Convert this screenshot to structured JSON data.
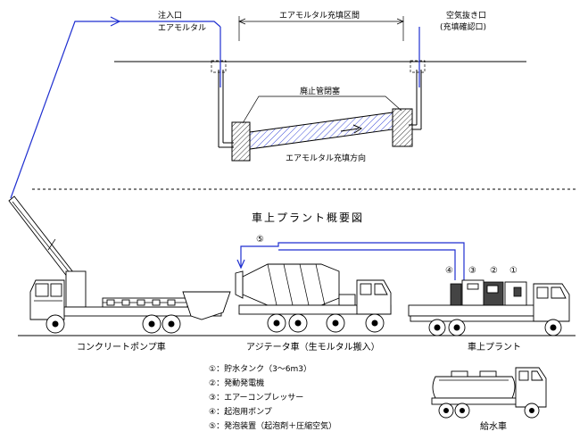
{
  "diagram": {
    "top_section": {
      "injection_label_1": "注入口",
      "injection_label_2": "エアモルタル",
      "fill_section_label": "エアモルタル充填区間",
      "vent_label_1": "空気抜き口",
      "vent_label_2": "(充填確認口)",
      "abandoned_pipe_label": "廃止管閉塞",
      "fill_direction_label": "エアモルタル充填方向"
    },
    "plant_title": "車上プラント概要図",
    "vehicles": {
      "pump_truck": "コンクリートポンプ車",
      "agitator_truck": "アジテータ車（生モルタル搬入）",
      "plant_truck": "車上プラント",
      "water_truck": "給水車"
    },
    "markers": {
      "m1": "①",
      "m2": "②",
      "m3": "③",
      "m4": "④",
      "m5": "⑤"
    },
    "legend": [
      "①：貯水タンク（3～6m3）",
      "②：発動発電機",
      "③：エアーコンプレッサー",
      "④：起泡用ポンプ",
      "⑤：発泡装置（起泡剤＋圧縮空気）"
    ],
    "colors": {
      "hose": "#1f2fd0",
      "line": "#000000",
      "hatch": "#3b4bd8"
    }
  }
}
